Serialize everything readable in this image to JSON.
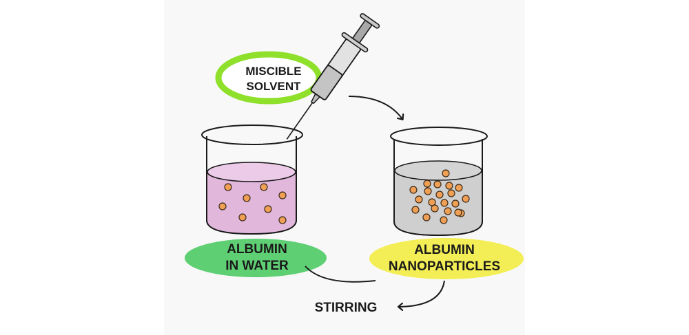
{
  "diagram": {
    "labels": {
      "miscible_solvent": [
        "MISCIBLE",
        "SOLVENT"
      ],
      "albumin_in_water": [
        "ALBUMIN",
        "IN WATER"
      ],
      "albumin_nanoparticles": [
        "ALBUMIN",
        "NANOPARTICLES"
      ],
      "stirring": "STIRRING"
    },
    "colors": {
      "solvent_ring": "#8ee02a",
      "albumin_water_fill": "#5fcf74",
      "nanoparticles_fill": "#f3ee55",
      "left_liquid": "#e2b7dc",
      "right_liquid": "#cfcfcf",
      "particle": "#f0a055"
    },
    "left_beaker_particle_count": 8,
    "right_beaker_particle_count": 21
  }
}
